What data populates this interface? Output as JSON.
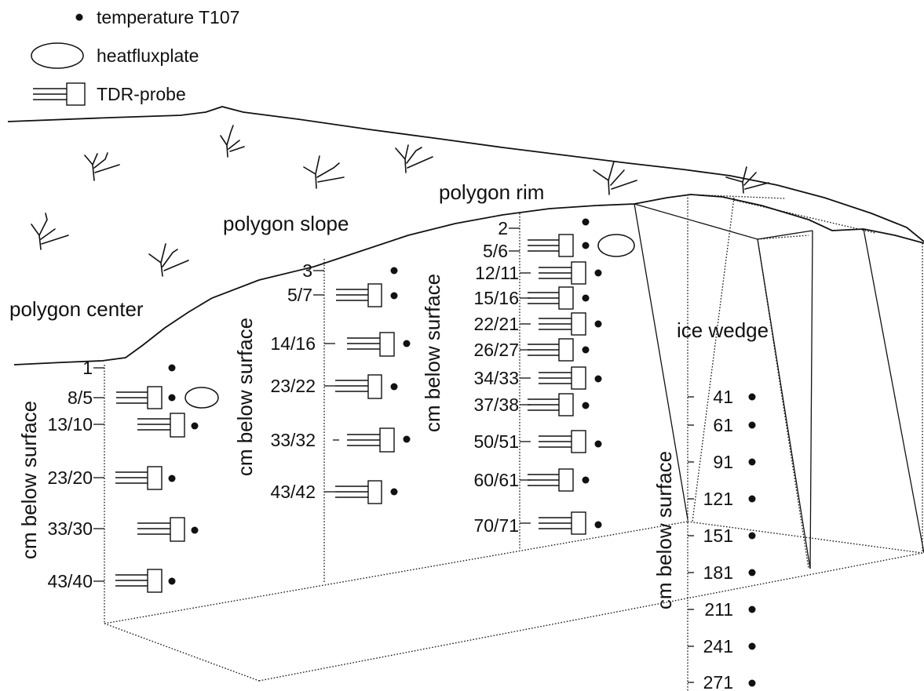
{
  "legend": {
    "temperature": "temperature T107",
    "heatflux": "heatfluxplate",
    "tdr": "TDR-probe"
  },
  "zones": {
    "center": "polygon center",
    "slope": "polygon slope",
    "rim": "polygon rim",
    "ice": "ice wedge"
  },
  "axis_label": "cm below surface",
  "profiles": {
    "center": {
      "depths": [
        "1",
        "8/5",
        "13/10",
        "23/20",
        "33/30",
        "43/40"
      ]
    },
    "slope": {
      "depths": [
        "3",
        "5/7",
        "14/16",
        "23/22",
        "33/32",
        "43/42"
      ]
    },
    "rim": {
      "depths": [
        "2",
        "5/6",
        "12/11",
        "15/16",
        "22/21",
        "26/27",
        "34/33",
        "37/38",
        "50/51",
        "60/61",
        "70/71"
      ]
    },
    "ice": {
      "depths": [
        "41",
        "61",
        "91",
        "121",
        "151",
        "181",
        "211",
        "241",
        "271"
      ]
    }
  }
}
